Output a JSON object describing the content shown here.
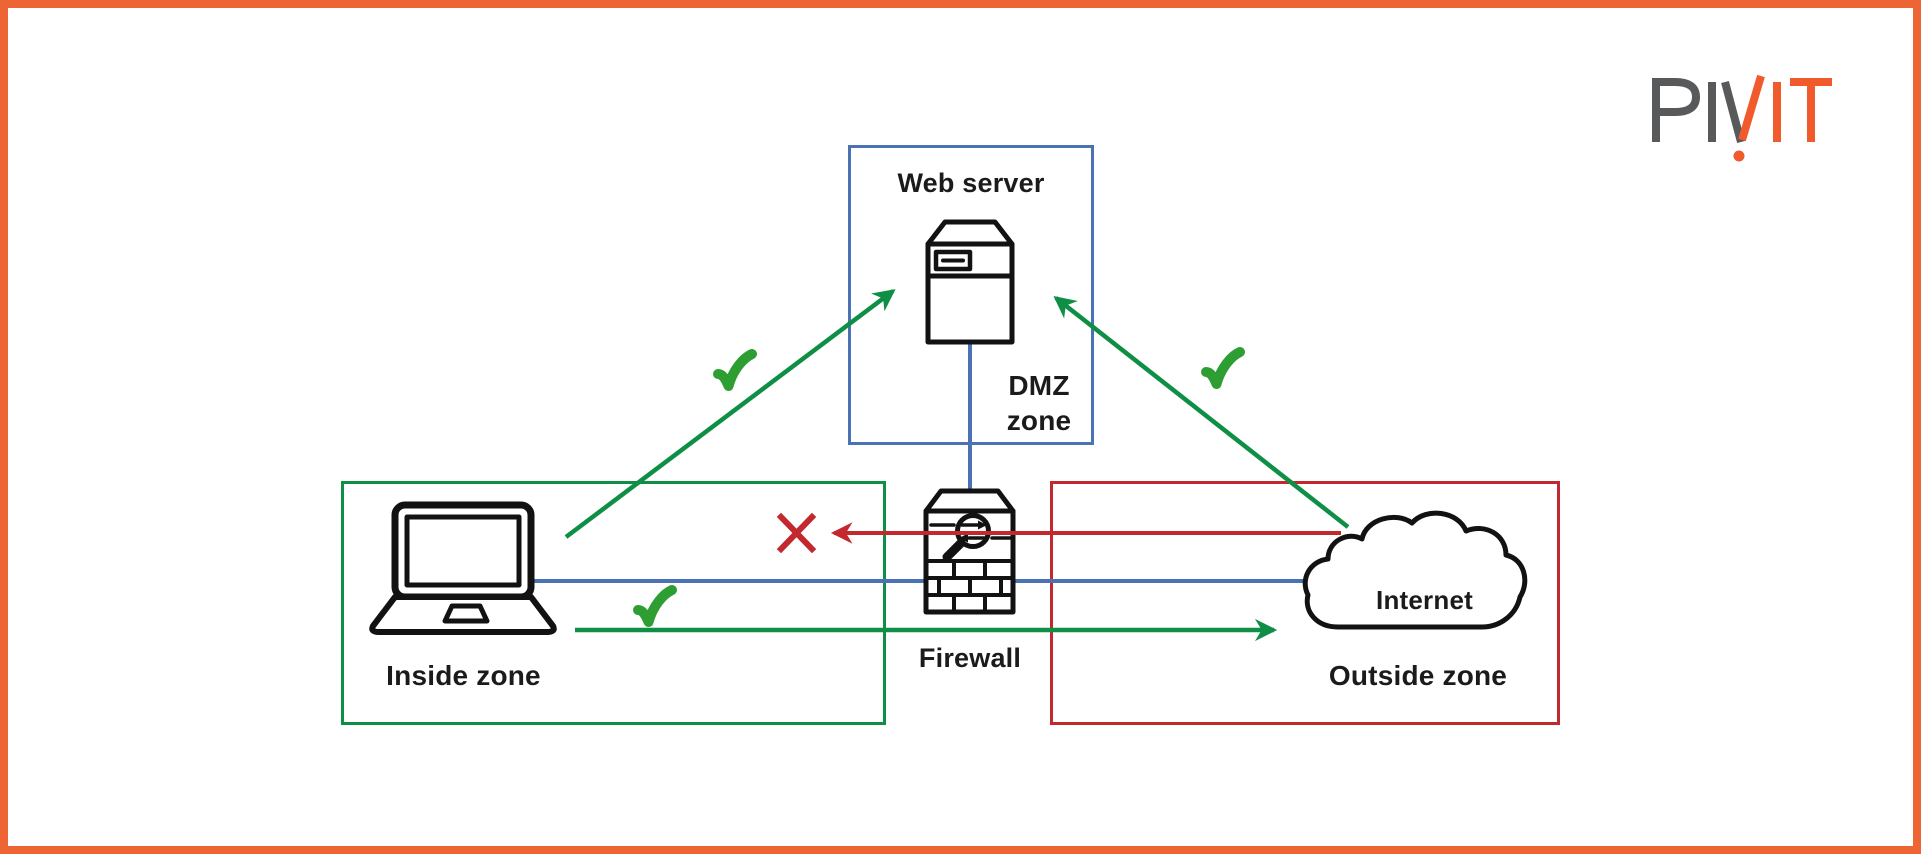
{
  "logo": {
    "brand": "PIVIT"
  },
  "zones": {
    "dmz": {
      "name": "DMZ zone",
      "title": "Web server",
      "label_line1": "DMZ",
      "label_line2": "zone"
    },
    "inside": {
      "label": "Inside zone"
    },
    "outside": {
      "label": "Outside zone"
    }
  },
  "nodes": {
    "web_server": {
      "label": "Web server",
      "icon": "server-icon"
    },
    "firewall": {
      "label": "Firewall",
      "icon": "firewall-icon"
    },
    "internet": {
      "label": "Internet",
      "icon": "cloud-icon"
    },
    "client": {
      "label": "",
      "icon": "laptop-icon"
    }
  },
  "flows": [
    {
      "from": "Inside zone",
      "to": "DMZ zone",
      "status": "allowed",
      "mark": "check"
    },
    {
      "from": "Outside zone",
      "to": "DMZ zone",
      "status": "allowed",
      "mark": "check"
    },
    {
      "from": "Inside zone",
      "to": "Outside zone",
      "status": "allowed",
      "mark": "check"
    },
    {
      "from": "Outside zone",
      "to": "Inside zone",
      "status": "blocked",
      "mark": "cross"
    }
  ],
  "colors": {
    "frame-orange": "#EE6535",
    "logo-gray": "#58595B",
    "logo-orange": "#F15B2B",
    "zone-blue": "#4A72B5",
    "zone-green": "#0F8F46",
    "zone-red": "#C2282E",
    "check-green": "#2F9E32",
    "ink": "#1B1B1B",
    "icon-black": "#121212"
  }
}
